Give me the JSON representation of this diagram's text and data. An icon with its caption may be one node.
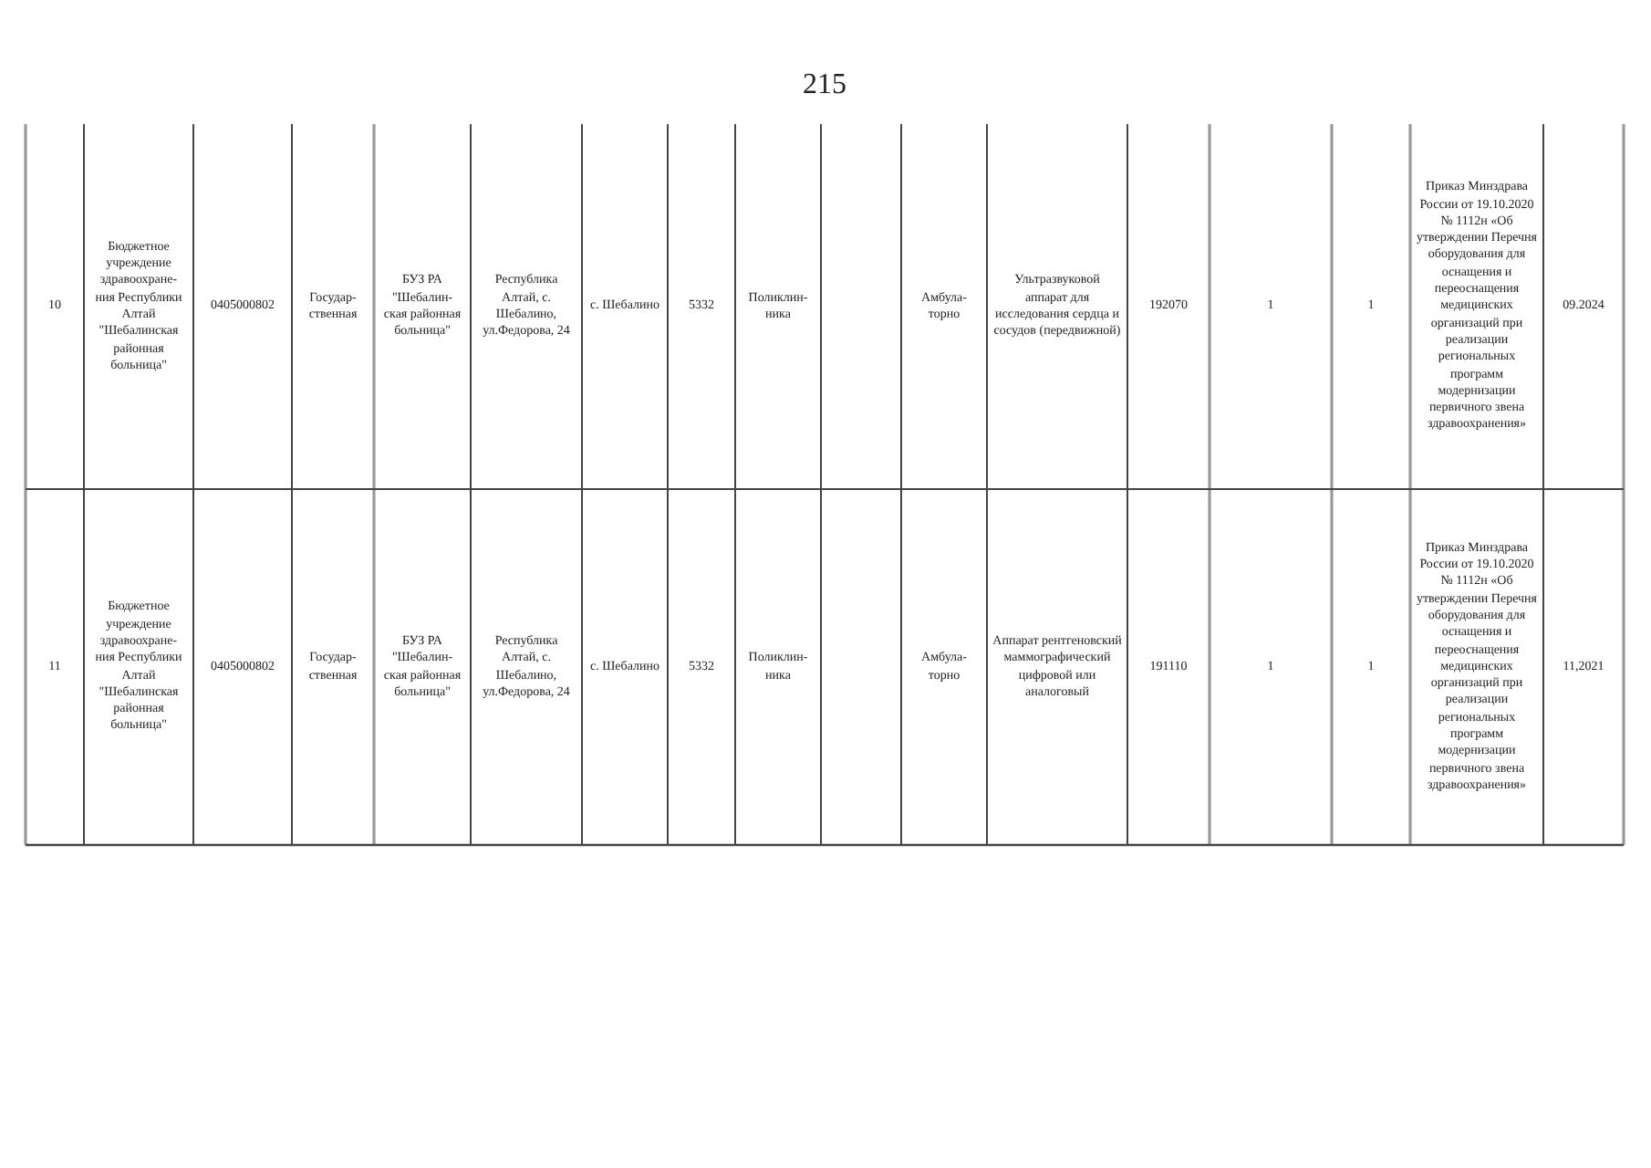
{
  "diagram": {
    "labels": [
      "215",
      "10",
      "Бюджетное учреждение здравоохране- ния Республики Алтай \"Шебалинская районная больница\"",
      "0405000802",
      "Государ- ственная",
      "БУЗ РА \"Шебалин- ская районная больница\"",
      "Республика Алтай, с. Шебалино, ул.Федорова, 24",
      "с. Шебалино",
      "5332",
      "Поликлин- ника",
      "Амбула- торно",
      "Ультразвуковой аппарат для исследования сердца и сосудов (передвижной)",
      "192070",
      "1",
      "1",
      "Приказ Минздрава России от 19.10.2020 № 1112н «Об утверждении Перечня оборудования для оснащения и переоснащения медицинских организаций при реализации региональных программ модернизации первичного звена здравоохранения»",
      "09.2024",
      "11",
      "Бюджетное учреждение здравоохране- ния Республики Алтай \"Шебалинская районная больница\"",
      "0405000802",
      "Государ- ственная",
      "БУЗ РА \"Шебалин- ская районная больница\"",
      "Республика Алтай, с. Шебалино, ул.Федорова, 24",
      "с. Шебалино",
      "5332",
      "Поликлин- ника",
      "Амбула- торно",
      "Аппарат рентгеновский маммографический цифровой или аналоговый",
      "191110",
      "1",
      "1",
      "Приказ Минздрава России от 19.10.2020 № 1112н «Об утверждении Перечня оборудования для оснащения и переоснащения медицинских организаций при реализации региональных программ модернизации первичного звена здравоохранения»",
      "11,2021"
    ]
  }
}
